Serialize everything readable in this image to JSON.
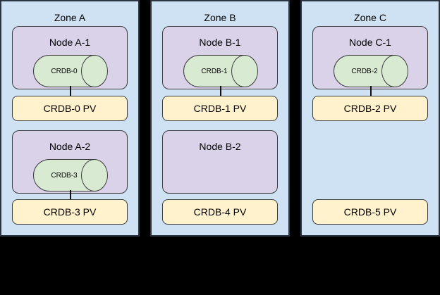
{
  "diagram": {
    "description_colors": {
      "zone_fill": "#cfe2f3",
      "node_fill": "#d9d2e9",
      "cylinder_fill": "#d9ead3",
      "pv_fill": "#fff2cc",
      "shape_border": "#3c3c3c",
      "background": "#000000"
    }
  },
  "zones": [
    {
      "label": "Zone A",
      "rows": [
        {
          "node": "Node A-1",
          "cylinder": "CRDB-0",
          "pv": "CRDB-0 PV",
          "connected": true
        },
        {
          "node": "Node A-2",
          "cylinder": "CRDB-3",
          "pv": "CRDB-3 PV",
          "connected": true
        }
      ]
    },
    {
      "label": "Zone B",
      "rows": [
        {
          "node": "Node B-1",
          "cylinder": "CRDB-1",
          "pv": "CRDB-1 PV",
          "connected": true
        },
        {
          "node": "Node B-2",
          "cylinder": null,
          "pv": "CRDB-4 PV",
          "connected": false
        }
      ]
    },
    {
      "label": "Zone C",
      "rows": [
        {
          "node": "Node C-1",
          "cylinder": "CRDB-2",
          "pv": "CRDB-2 PV",
          "connected": true
        },
        {
          "node": null,
          "cylinder": null,
          "pv": "CRDB-5 PV",
          "connected": false
        }
      ]
    }
  ]
}
